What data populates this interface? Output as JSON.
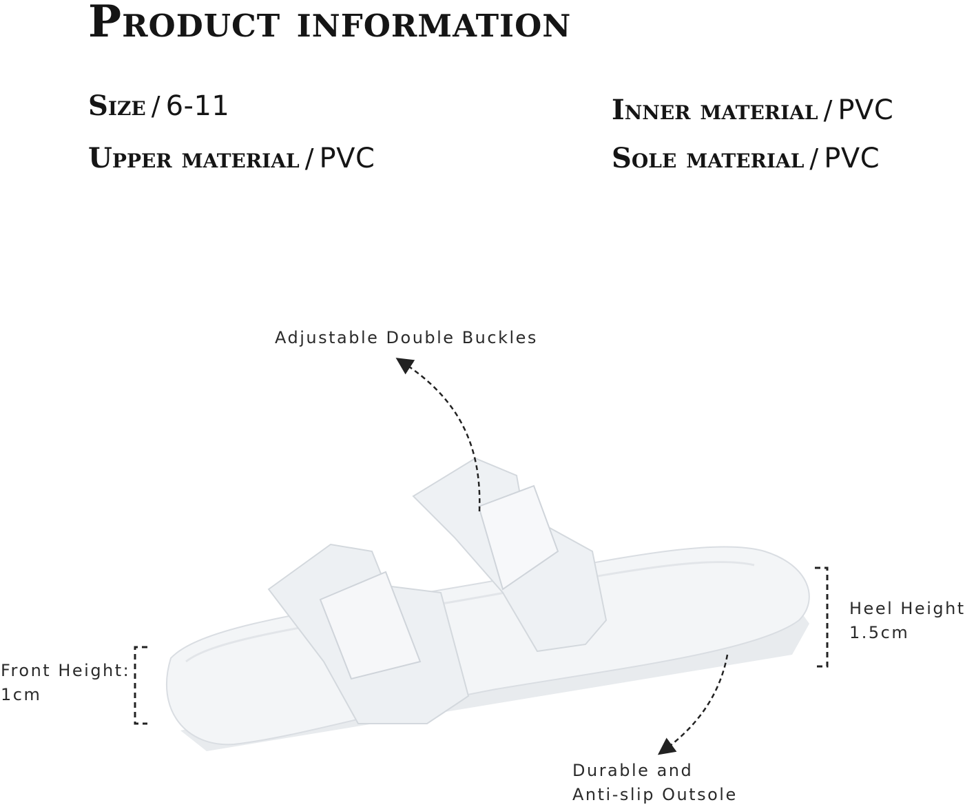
{
  "title": "Product information",
  "specs": {
    "size": {
      "label": "Size",
      "sep": "/",
      "value": "6-11"
    },
    "inner": {
      "label": "Inner material",
      "sep": "/",
      "value": "PVC"
    },
    "upper": {
      "label": "Upper material",
      "sep": "/",
      "value": "PVC"
    },
    "sole": {
      "label": "Sole material",
      "sep": "/",
      "value": "PVC"
    }
  },
  "annotations": {
    "buckles": "Adjustable Double Buckles",
    "heel_label": "Heel Height:",
    "heel_value": "1.5cm",
    "front_label": "Front Height:",
    "front_value": "1cm",
    "outsole_line1": "Durable and",
    "outsole_line2": "Anti-slip Outsole"
  },
  "colors": {
    "text": "#151515",
    "sandal": "#f2f4f6",
    "sandal_edge": "#d6dadf"
  }
}
